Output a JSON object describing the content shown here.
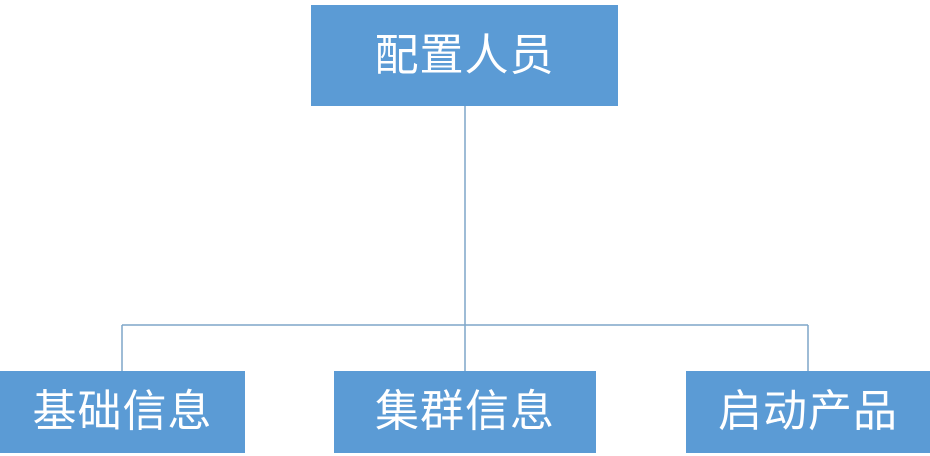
{
  "diagram": {
    "root": {
      "label": "配置人员"
    },
    "children": [
      {
        "label": "基础信息"
      },
      {
        "label": "集群信息"
      },
      {
        "label": "启动产品"
      }
    ]
  },
  "colors": {
    "node_fill": "#5b9bd5",
    "node_text": "#ffffff",
    "connector": "#7ea6c9"
  }
}
